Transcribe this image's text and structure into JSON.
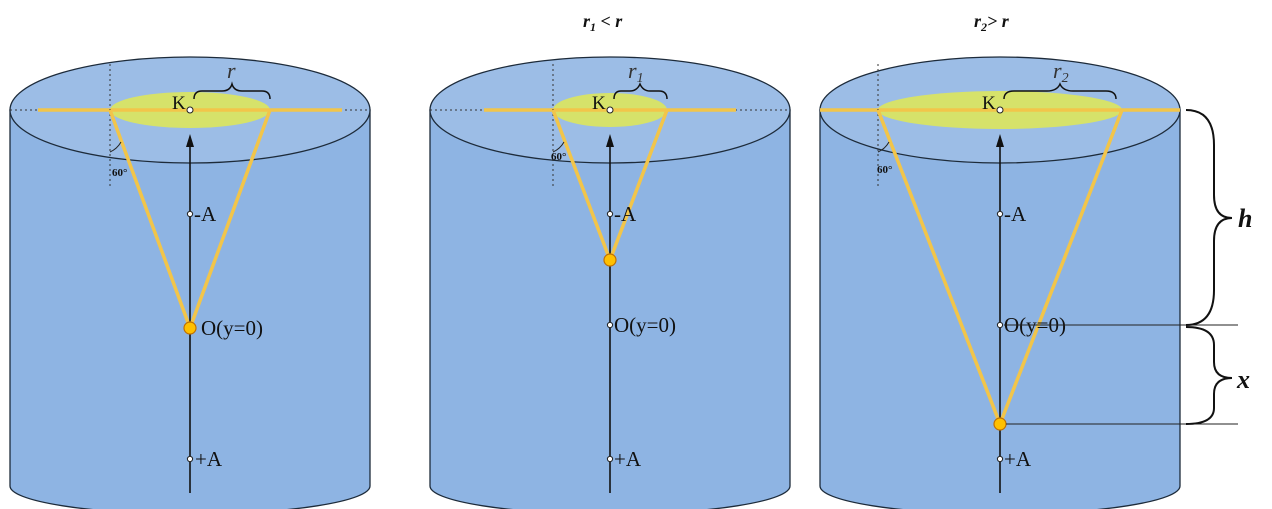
{
  "panels": [
    {
      "title": "",
      "title_parts": [],
      "radius_label": "r",
      "radius_sub": "",
      "angle_label": "60°",
      "point_K": "K",
      "point_minus_A": "-A",
      "point_O": "O(y=0)",
      "point_plus_A": "+A"
    },
    {
      "title_parts": [
        "r",
        "1",
        " < r"
      ],
      "radius_label": "r",
      "radius_sub": "1",
      "angle_label": "60°",
      "point_K": "K",
      "point_minus_A": "-A",
      "point_O": "O(y=0)",
      "point_plus_A": "+A"
    },
    {
      "title_parts": [
        "r",
        "2",
        "> r"
      ],
      "radius_label": "r",
      "radius_sub": "2",
      "angle_label": "60°",
      "point_K": "K",
      "point_minus_A": "-A",
      "point_O": "O(y=0)",
      "point_plus_A": "+A"
    }
  ],
  "side_labels": {
    "h": "h",
    "x": "x"
  },
  "colors": {
    "liquid": "#8eb4e3",
    "top_surface": "#9cbde6",
    "light_disk": "#d6e26a",
    "cone_lines": "#f2c54a",
    "source_point": "#ffc000"
  }
}
